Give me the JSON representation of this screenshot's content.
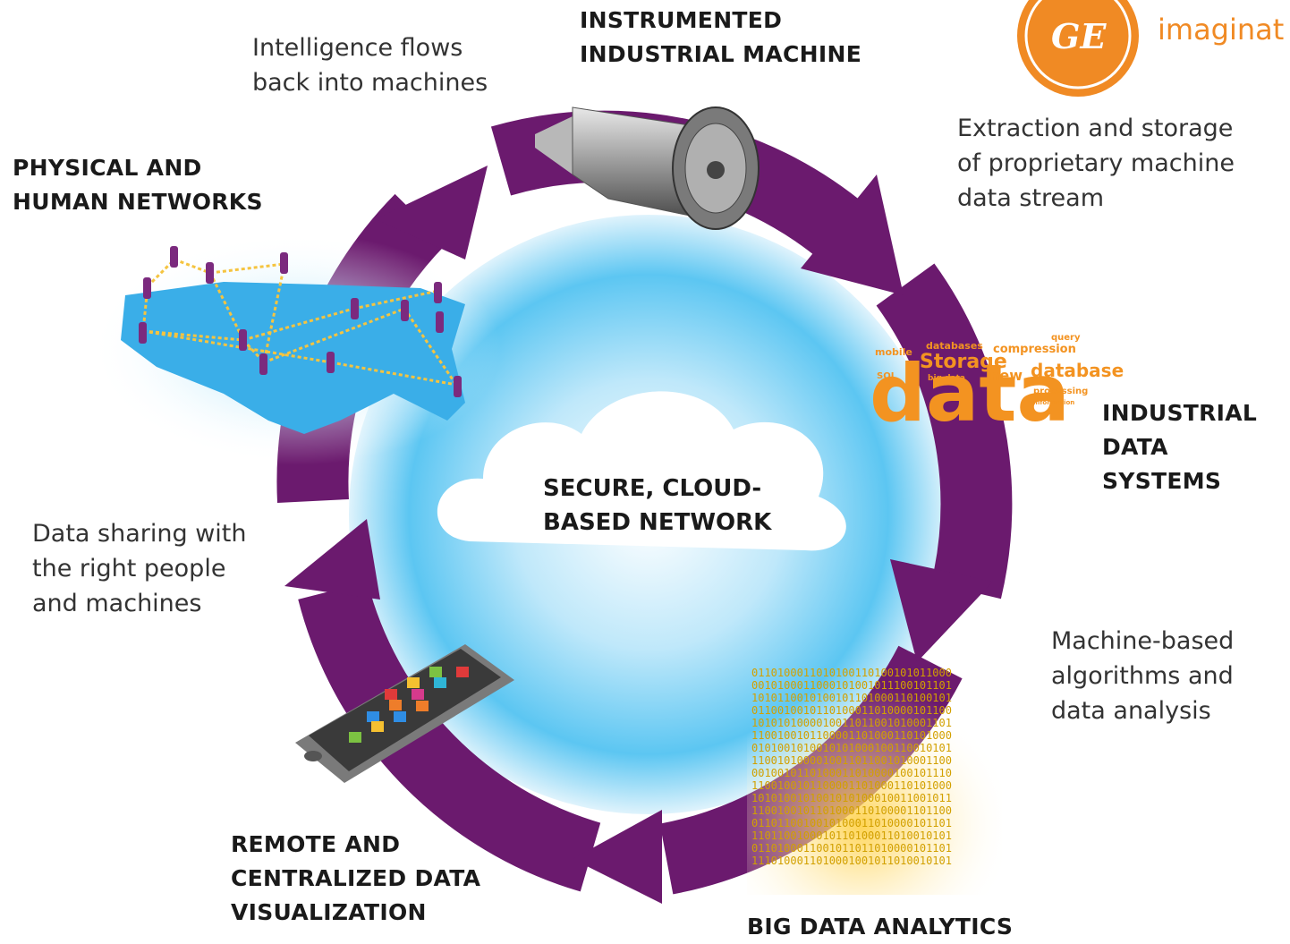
{
  "logo": {
    "monogram": "GE",
    "tagline": "imaginat",
    "color": "#f08a24"
  },
  "center": {
    "line1": "SECURE, CLOUD-",
    "line2": "BASED NETWORK"
  },
  "nodes": {
    "machine": {
      "line1": "INSTRUMENTED",
      "line2": "INDUSTRIAL MACHINE"
    },
    "data_systems": {
      "line1": "INDUSTRIAL",
      "line2": "DATA SYSTEMS"
    },
    "analytics": {
      "line1": "BIG DATA ANALYTICS"
    },
    "visualization": {
      "line1": "REMOTE AND",
      "line2": "CENTRALIZED DATA",
      "line3": "VISUALIZATION"
    },
    "networks": {
      "line1": "PHYSICAL AND",
      "line2": "HUMAN NETWORKS"
    }
  },
  "flows": {
    "intelligence": {
      "line1": "Intelligence flows",
      "line2": "back into machines"
    },
    "extraction": {
      "line1": "Extraction and storage",
      "line2": "of proprietary machine",
      "line3": "data stream"
    },
    "algorithms": {
      "line1": "Machine-based",
      "line2": "algorithms and",
      "line3": "data analysis"
    },
    "sharing": {
      "line1": "Data sharing with",
      "line2": "the right people",
      "line3": "and machines"
    }
  },
  "word_cloud": {
    "main": "data",
    "storage": "Storage",
    "database": "database",
    "compression": "compression",
    "databases": "databases",
    "mobile": "mobile",
    "sql": "SQL",
    "new": "new",
    "query": "query",
    "processing": "processing",
    "big_data": "big data",
    "information": "information"
  },
  "binary_rows": [
    "0110100011010100110100101011000",
    "0010100011000101001011100101101",
    "1010110010100101101000110100101",
    "0110010010110100011010000101100",
    "1010101000010011011001010001101",
    "1100100101100001101000110101000",
    "0101001010010101000100110010101",
    "1100101000010011011001010001100",
    "0010010110100011010000100101110",
    "1100100101100001101000110101000",
    "1010100101001010100010011001011",
    "1100100101101000110100001101100",
    "0110110010010100011010000101101",
    "1101100100010110100011010010101",
    "0110100011001011011010000101101",
    "1110100011010001001011010010101"
  ],
  "colors": {
    "ring": "#6b1a6e",
    "ring_light": "#b06fb3",
    "cloud_glow": "#5cc6f2",
    "map": "#3aaee8",
    "orange": "#f39321"
  }
}
